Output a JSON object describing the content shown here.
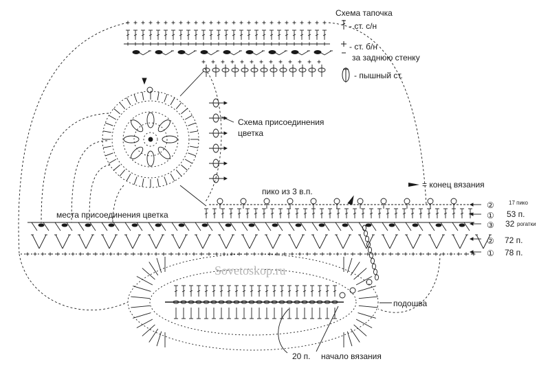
{
  "title": "Схема тапочка",
  "legend": [
    {
      "icon": "double-crochet-icon",
      "text": "- ст. с/н"
    },
    {
      "icon": "single-crochet-back-loop-icon",
      "text": "- ст. б/н",
      "text2": "за заднюю стенку"
    },
    {
      "icon": "puff-stitch-icon",
      "text": "- пышный ст."
    }
  ],
  "flower_label_line1": "Схема присоединения",
  "flower_label_line2": "цветка",
  "end_marker_label": "= конец вязания",
  "picot_label": "пико из 3 в.п.",
  "attach_label": "места присоединения цветка",
  "rows": [
    {
      "number": "②",
      "label": "17 пико"
    },
    {
      "number": "①",
      "label": "53 п."
    },
    {
      "number": "③",
      "label": "32",
      "label2": "рогатки"
    },
    {
      "number": "②",
      "label": "72 п."
    },
    {
      "number": "①",
      "label": "78 п."
    }
  ],
  "watermark": "Sovetoskop.ru",
  "sole_label": "подошва",
  "start_count": "20 п.",
  "start_label": "начало вязания",
  "colors": {
    "ink": "#1a1a1a",
    "watermark": "#b4b4b4",
    "background": "#ffffff"
  }
}
